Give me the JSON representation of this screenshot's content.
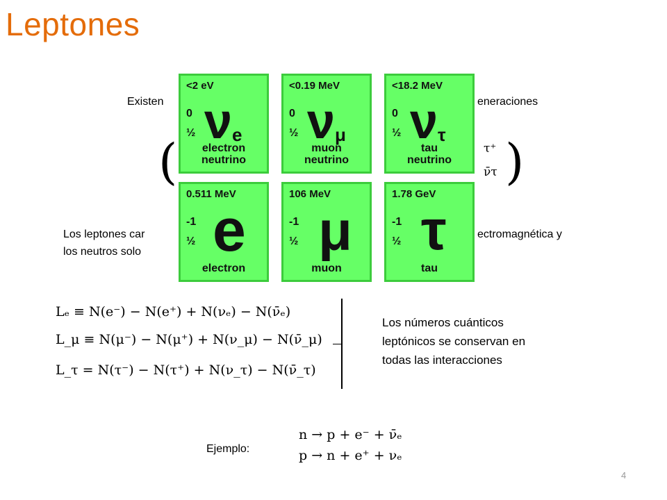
{
  "title": "Leptones",
  "intro_fragment_left": "Existen",
  "intro_fragment_right": "eneraciones",
  "matrix_fragment_top": "τ⁺",
  "matrix_fragment_bottom": "ν̄τ",
  "interaction_fragment_left": "Los leptones car\nlos neutros solo",
  "interaction_fragment_right": "ectromagnética y",
  "leptons": [
    {
      "mass": "<2 eV",
      "charge": "0",
      "spin": "½",
      "symbol": "ν",
      "sub": "e",
      "name": "electron\nneutrino"
    },
    {
      "mass": "<0.19 MeV",
      "charge": "0",
      "spin": "½",
      "symbol": "ν",
      "sub": "μ",
      "name": "muon\nneutrino"
    },
    {
      "mass": "<18.2 MeV",
      "charge": "0",
      "spin": "½",
      "symbol": "ν",
      "sub": "τ",
      "name": "tau\nneutrino"
    },
    {
      "mass": "0.511 MeV",
      "charge": "-1",
      "spin": "½",
      "symbol": "e",
      "sub": "",
      "name": "electron"
    },
    {
      "mass": "106 MeV",
      "charge": "-1",
      "spin": "½",
      "symbol": "μ",
      "sub": "",
      "name": "muon"
    },
    {
      "mass": "1.78 GeV",
      "charge": "-1",
      "spin": "½",
      "symbol": "τ",
      "sub": "",
      "name": "tau"
    }
  ],
  "equations": {
    "le": "Lₑ ≡ N(e⁻) − N(e⁺) + N(νₑ) − N(ν̄ₑ)",
    "lmu": "L_μ ≡ N(μ⁻) − N(μ⁺) + N(ν_μ) − N(ν̄_μ)",
    "ltau": "L_τ = N(τ⁻) − N(τ⁺) + N(ν_τ) − N(ν̄_τ)"
  },
  "conservation_note": "Los números cuánticos\nleptónicos se conservan en\ntodas las interacciones",
  "example_label": "Ejemplo:",
  "example_eq1": "n → p + e⁻ + ν̄ₑ",
  "example_eq2": "p → n + e⁺ + νₑ",
  "page_number": "4"
}
